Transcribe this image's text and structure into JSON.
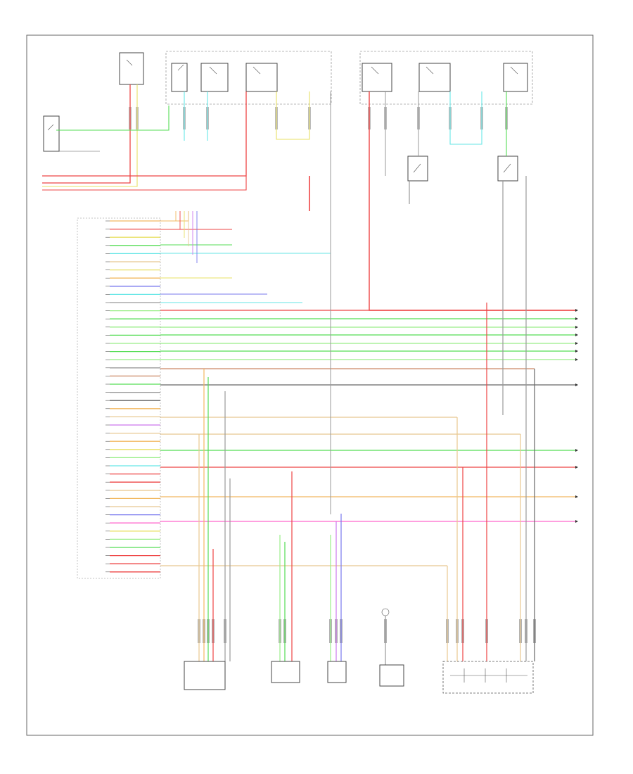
{
  "footer_code": "",
  "colors": {
    "red": "#ee4444",
    "green": "#55dd55",
    "light_green": "#99ee88",
    "cyan": "#66e6e6",
    "yellow": "#e8e066",
    "orange": "#f2b860",
    "tan": "#e8c890",
    "blue": "#7777ee",
    "purple": "#cc77ee",
    "pink": "#ff66cc",
    "gray": "#999999",
    "dark_gray": "#666666",
    "brown": "#cc8866",
    "black": "#444444"
  },
  "connector_pins": [
    {
      "name": "",
      "color": "orange"
    },
    {
      "name": "",
      "color": "red"
    },
    {
      "name": "",
      "color": "yellow"
    },
    {
      "name": "",
      "color": "green"
    },
    {
      "name": "",
      "color": "cyan"
    },
    {
      "name": "",
      "color": "tan"
    },
    {
      "name": "",
      "color": "yellow"
    },
    {
      "name": "",
      "color": "orange"
    },
    {
      "name": "",
      "color": "blue"
    },
    {
      "name": "",
      "color": "cyan"
    },
    {
      "name": "",
      "color": "gray"
    },
    {
      "name": "",
      "color": "light_green"
    },
    {
      "name": "",
      "color": "green"
    },
    {
      "name": "",
      "color": "light_green"
    },
    {
      "name": "",
      "color": "green"
    },
    {
      "name": "",
      "color": "light_green"
    },
    {
      "name": "",
      "color": "green"
    },
    {
      "name": "",
      "color": "light_green"
    },
    {
      "name": "",
      "color": "gray"
    },
    {
      "name": "",
      "color": "brown"
    },
    {
      "name": "",
      "color": "green"
    },
    {
      "name": "",
      "color": "gray"
    },
    {
      "name": "",
      "color": "dark_gray"
    },
    {
      "name": "",
      "color": "orange"
    },
    {
      "name": "",
      "color": "tan"
    },
    {
      "name": "",
      "color": "purple"
    },
    {
      "name": "",
      "color": "tan"
    },
    {
      "name": "",
      "color": "orange"
    },
    {
      "name": "",
      "color": "yellow"
    },
    {
      "name": "",
      "color": "light_green"
    },
    {
      "name": "",
      "color": "cyan"
    },
    {
      "name": "",
      "color": "red"
    },
    {
      "name": "",
      "color": "red"
    },
    {
      "name": "",
      "color": "tan"
    },
    {
      "name": "",
      "color": "orange"
    },
    {
      "name": "",
      "color": "tan"
    },
    {
      "name": "",
      "color": "blue"
    },
    {
      "name": "",
      "color": "pink"
    },
    {
      "name": "",
      "color": "yellow"
    },
    {
      "name": "",
      "color": "light_green"
    },
    {
      "name": "",
      "color": "green"
    },
    {
      "name": "",
      "color": "red"
    },
    {
      "name": "",
      "color": "red"
    },
    {
      "name": "",
      "color": "red"
    }
  ],
  "components": [
    {
      "id": "pcm",
      "label": ""
    },
    {
      "id": "hot-at-all-times-1",
      "label": ""
    },
    {
      "id": "hot-at-all-times-2",
      "label": ""
    },
    {
      "id": "hot-in-run",
      "label": ""
    },
    {
      "id": "ignition-switch",
      "label": ""
    },
    {
      "id": "engine-control-relay",
      "label": ""
    },
    {
      "id": "inertia-switch",
      "label": ""
    },
    {
      "id": "brake-pressure-switch",
      "label": ""
    },
    {
      "id": "data-link-connector",
      "label": ""
    },
    {
      "id": "vss",
      "label": ""
    },
    {
      "id": "trs",
      "label": ""
    },
    {
      "id": "fuel-pump",
      "label": ""
    },
    {
      "id": "brake-switch",
      "label": ""
    }
  ]
}
